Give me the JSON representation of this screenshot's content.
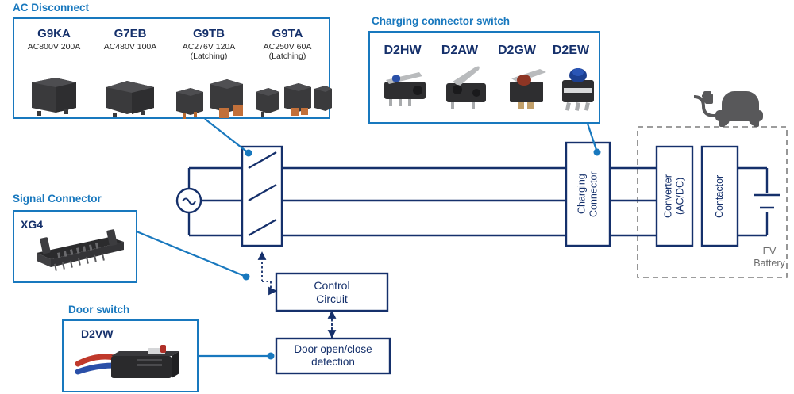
{
  "panels": {
    "ac_disconnect": {
      "title": "AC Disconnect",
      "products": [
        {
          "name": "G9KA",
          "spec1": "AC800V 200A",
          "spec2": ""
        },
        {
          "name": "G7EB",
          "spec1": "AC480V 100A",
          "spec2": ""
        },
        {
          "name": "G9TB",
          "spec1": "AC276V 120A",
          "spec2": "(Latching)"
        },
        {
          "name": "G9TA",
          "spec1": "AC250V  60A",
          "spec2": "(Latching)"
        }
      ]
    },
    "charging_connector_switch": {
      "title": "Charging connector switch",
      "products": [
        {
          "name": "D2HW"
        },
        {
          "name": "D2AW"
        },
        {
          "name": "D2GW"
        },
        {
          "name": "D2EW"
        }
      ]
    },
    "signal_connector": {
      "title": "Signal Connector",
      "products": [
        {
          "name": "XG4"
        }
      ]
    },
    "door_switch": {
      "title": "Door switch",
      "products": [
        {
          "name": "D2VW"
        }
      ]
    }
  },
  "schematic": {
    "charging_connector_label": "Charging\nConnector",
    "charging_connector_line1": "Charging",
    "charging_connector_line2": "Connector",
    "converter_line1": "Converter",
    "converter_line2": "(AC/DC)",
    "contactor_label": "Contactor",
    "control_circuit_line1": "Control",
    "control_circuit_line2": "Circuit",
    "door_detect_line1": "Door open/close",
    "door_detect_line2": "detection",
    "ev_battery_line1": "EV",
    "ev_battery_line2": "Battery",
    "ac_source_icon": "ac-source-icon",
    "ev_car_icon": "ev-charging-car-icon"
  },
  "colors": {
    "accent_blue": "#1878be",
    "navy": "#15306b",
    "gray_text": "#6d6d6d",
    "product_dark": "#3a3a3c",
    "copper": "#c2703a"
  }
}
